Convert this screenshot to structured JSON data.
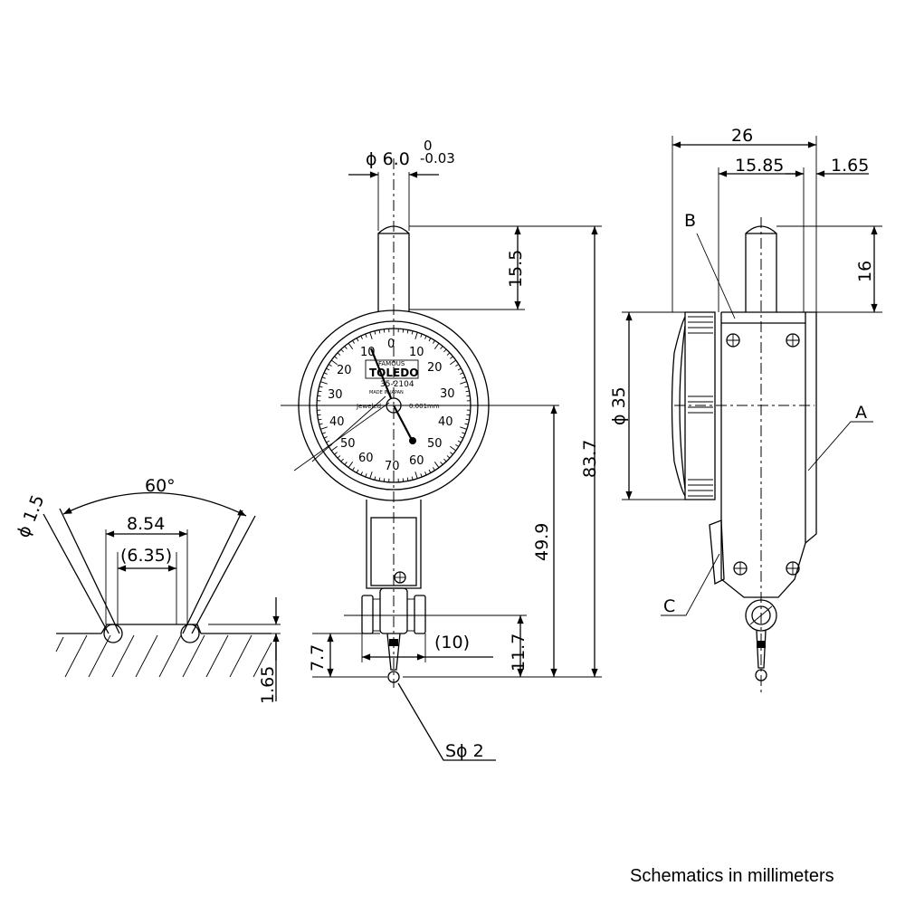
{
  "caption": "Schematics in millimeters",
  "dims": {
    "stem_dia": "ϕ 6.0",
    "stem_tol_upper": "0",
    "stem_tol_lower": "-0.03",
    "stem_len": "15.5",
    "total_height": "83.7",
    "center_height": "49.9",
    "lower_height": "11.7",
    "tip_height": "7.7",
    "tip_width": "(10)",
    "ball": "Sϕ 2",
    "width": "26",
    "width_inner": "15.85",
    "width_offset": "1.65",
    "side_stem": "16",
    "dial_dia": "ϕ 35",
    "angle": "60°",
    "wire_dia": "ϕ 1.5",
    "span": "8.54",
    "span_inner": "(6.35)",
    "depth": "1.65"
  },
  "labels": {
    "a": "A",
    "b": "B",
    "c": "C"
  },
  "dial": {
    "brand": "FAMOUS",
    "name": "TOLEDO",
    "model": "35-2104",
    "made": "MADE IN JAPAN",
    "jeweled": "Jeweled",
    "resolution": "0.001mm",
    "scale_top": "0",
    "scale_right": [
      "10",
      "20",
      "30",
      "40",
      "50",
      "60"
    ],
    "scale_left": [
      "10",
      "20",
      "30",
      "40",
      "50",
      "60"
    ],
    "scale_bottom": "70"
  }
}
